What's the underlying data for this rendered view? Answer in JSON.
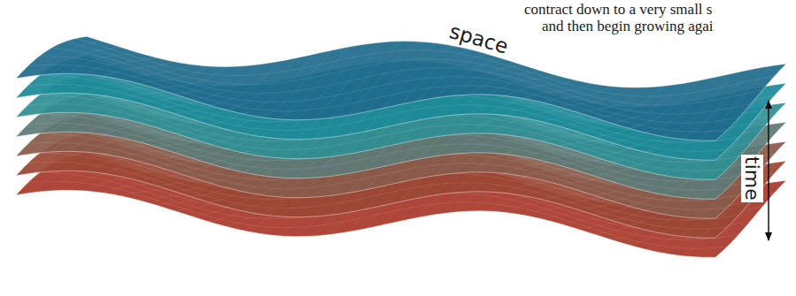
{
  "diagram": {
    "labels": [
      "contract down to a very small s",
      "and then begin growing agai",
      "space",
      "time"
    ]
  }
}
